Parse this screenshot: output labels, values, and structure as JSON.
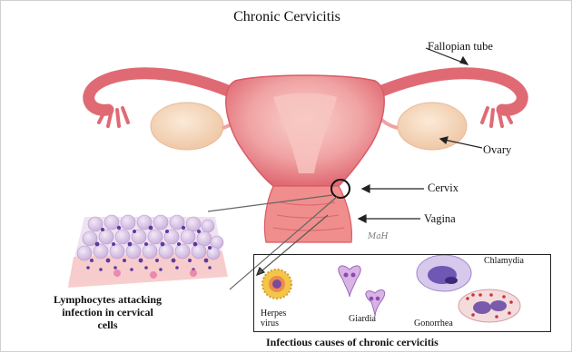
{
  "title": "Chronic Cervicitis",
  "labels": {
    "fallopian_tube": "Fallopian tube",
    "ovary": "Ovary",
    "cervix": "Cervix",
    "vagina": "Vagina",
    "lymphocytes": [
      "Lymphocytes attacking",
      "infection in cervical",
      "cells"
    ],
    "infectious_causes": "Infectious causes of chronic cervicitis",
    "signature": "MaH"
  },
  "pathogens": {
    "herpes": [
      "Herpes",
      "virus"
    ],
    "giardia": "Giardia",
    "chlamydia": "Chlamydia",
    "gonorrhea": "Gonorrhea"
  },
  "colors": {
    "uterus": "#e8727b",
    "uterus_light": "#f4b3b2",
    "ovary": "#f6d9c0",
    "cell_fill": "#dcc7e8",
    "nucleus": "#5e3a9e"
  }
}
